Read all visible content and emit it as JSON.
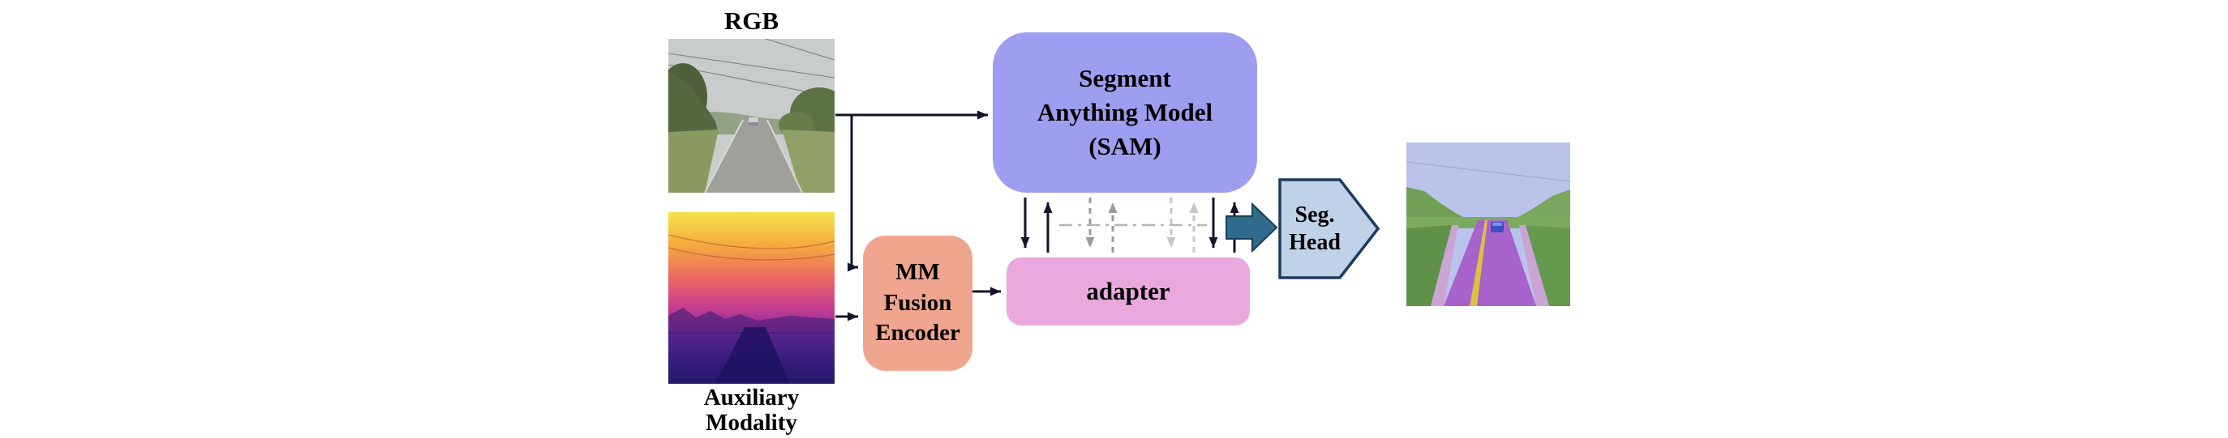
{
  "figure": {
    "rgb": {
      "label": "RGB"
    },
    "aux": {
      "label_line1": "Auxiliary",
      "label_line2": "Modality"
    },
    "sam": {
      "line1": "Segment",
      "line2": "Anything Model",
      "line3": "(SAM)"
    },
    "mm_encoder": {
      "line1": "MM",
      "line2": "Fusion",
      "line3": "Encoder"
    },
    "adapter": {
      "label": "adapter"
    },
    "seg_head": {
      "line1": "Seg.",
      "line2": "Head"
    },
    "colors": {
      "sam_fill": "#9e9ef0",
      "mm_fill": "#f0a58f",
      "adapter_fill": "#e9a9de",
      "seg_head_fill": "#bfd2e8",
      "seg_head_border": "#1e3a5f",
      "block_arrow_fill": "#2e6b8c",
      "arrow_black": "#14142a",
      "arrow_gray": "#9a9a9a",
      "arrow_light_gray": "#c6c6c6"
    }
  }
}
